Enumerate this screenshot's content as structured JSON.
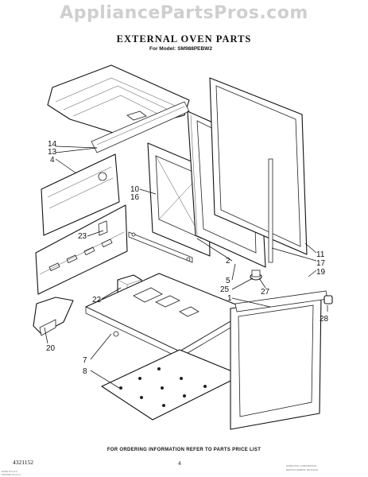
{
  "watermark": "AppliancePartsPros.com",
  "title": "EXTERNAL OVEN PARTS",
  "model_label": "For Model:",
  "model_number": "SM988PEBW2",
  "labels": [
    "14",
    "13",
    "4",
    "10",
    "16",
    "23",
    "22",
    "7",
    "8",
    "20",
    "2",
    "5",
    "25",
    "27",
    "1",
    "11",
    "17",
    "19",
    "28"
  ],
  "footer_info": "FOR ORDERING INFORMATION REFER TO PARTS PRICE LIST",
  "page_number": "4",
  "doc_number": "4321152",
  "fine_print_left": [
    "MADE IN U.S.A.",
    "PRINTED IN U.S.A."
  ],
  "fine_print_right": [
    "WHIRLPOOL CORPORATION",
    "BENTON HARBOR, MICHIGAN"
  ]
}
